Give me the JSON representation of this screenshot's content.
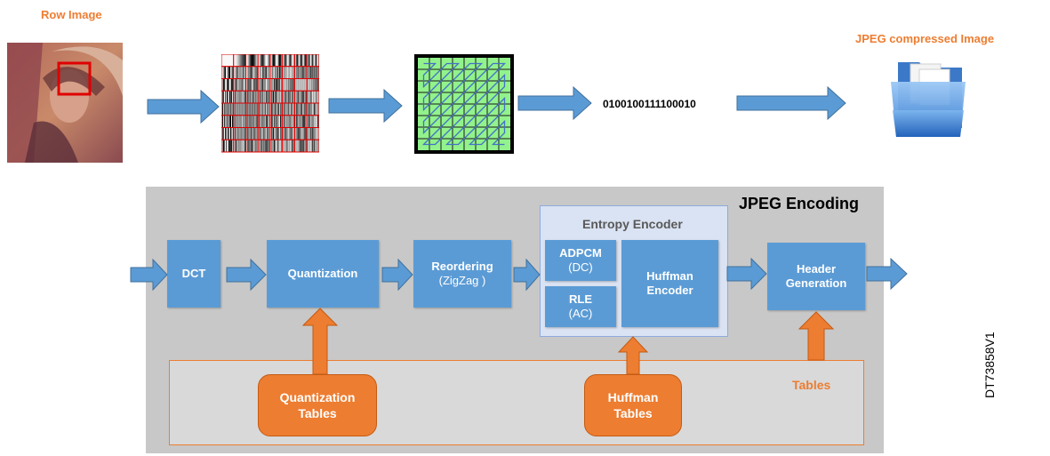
{
  "top": {
    "raw_label": "Row Image",
    "compressed_label": "JPEG compressed Image",
    "bitstream": "0100100111100010"
  },
  "encoding": {
    "title": "JPEG Encoding",
    "blocks": {
      "dct": "DCT",
      "quantization": "Quantization",
      "reordering": "Reordering",
      "reordering_sub": "(ZigZag )",
      "entropy_title": "Entropy Encoder",
      "adpcm": "ADPCM",
      "adpcm_sub": "(DC)",
      "rle": "RLE",
      "rle_sub": "(AC)",
      "huffman_enc_1": "Huffman",
      "huffman_enc_2": "Encoder",
      "header_1": "Header",
      "header_2": "Generation"
    },
    "tables": {
      "label": "Tables",
      "quant_1": "Quantization",
      "quant_2": "Tables",
      "huff_1": "Huffman",
      "huff_2": "Tables"
    }
  },
  "doc_id": "DT73858V1",
  "colors": {
    "blue": "#5b9bd5",
    "orange": "#ed7d31",
    "panel": "#c8c8c8",
    "green": "#92f28c"
  }
}
